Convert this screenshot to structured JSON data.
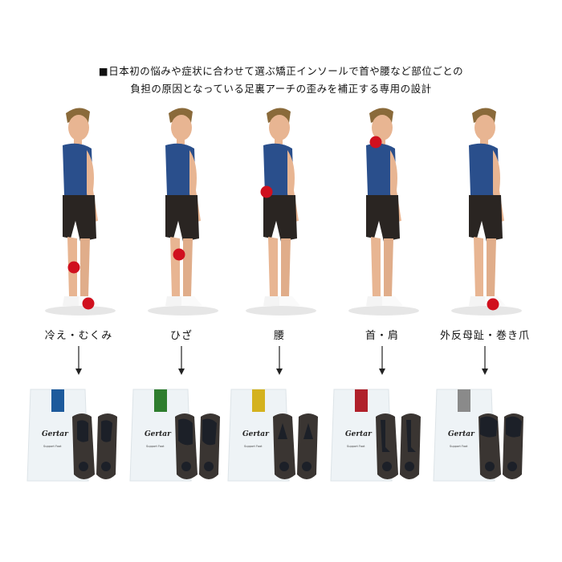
{
  "header": {
    "line1": "■日本初の悩みや症状に合わせて選ぶ矯正インソールで首や腰など部位ごとの",
    "line2": "負担の原因となっている足裏アーチの歪みを補正する専用の設計"
  },
  "columns": [
    {
      "label": "冷え・むくみ",
      "accent": "#1d5a9c"
    },
    {
      "label": "ひざ",
      "accent": "#2e7d2e"
    },
    {
      "label": "腰",
      "accent": "#d4b21e"
    },
    {
      "label": "首・肩",
      "accent": "#b0202a"
    },
    {
      "label": "外反母趾・巻き爪",
      "accent": "#8a8a8a"
    }
  ],
  "product": {
    "brand": "Gertar",
    "sub": "Support Foot"
  },
  "colors": {
    "marker": "#d0101e",
    "shirt": "#2a4f8c",
    "shorts": "#2a2522",
    "skin": "#e8b592",
    "hair": "#8a6a3a",
    "insole": "#3a3532",
    "pouch": "#eef3f6"
  }
}
